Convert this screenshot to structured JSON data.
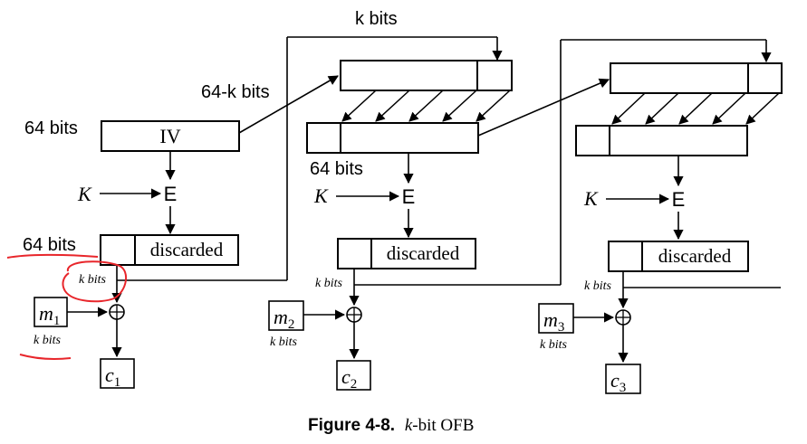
{
  "labels": {
    "k_bits_top": "k bits",
    "sixtyfour_minus_k": "64-k bits",
    "sixtyfour_bits_iv": "64 bits",
    "iv": "IV",
    "key": "K",
    "encrypt": "E",
    "sixtyfour_bits_out": "64 bits",
    "discarded": "discarded",
    "k_bits_small": "k bits",
    "sixtyfour_bits_mid": "64 bits",
    "m": "m",
    "c": "c",
    "sub1": "1",
    "sub2": "2",
    "sub3": "3",
    "xor": "⊕"
  },
  "caption": {
    "figure": "Figure 4-8.",
    "k": "k",
    "rest": "-bit OFB"
  },
  "colors": {
    "ink": "#000000",
    "annotation": "#e8262b"
  }
}
